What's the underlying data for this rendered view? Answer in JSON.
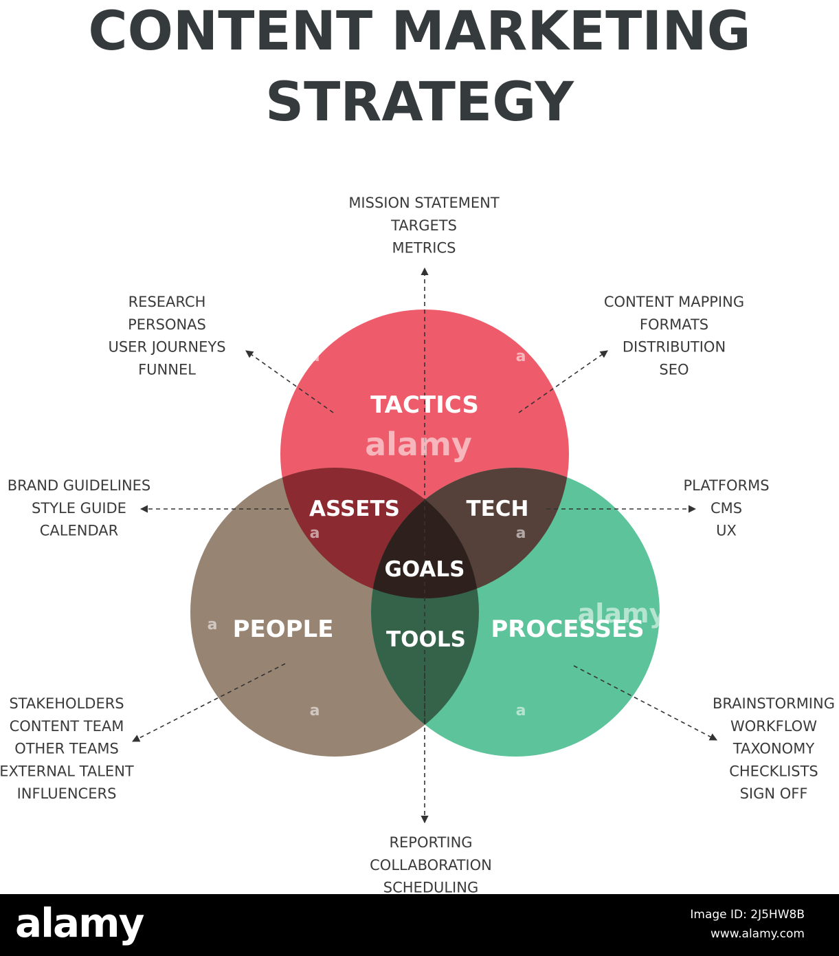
{
  "title": {
    "line1": "CONTENT MARKETING",
    "line2": "STRATEGY"
  },
  "colors": {
    "tactics": "#ee5c6b",
    "people": "#978473",
    "processes": "#5cc39a",
    "title": "#353a3d"
  },
  "circles": {
    "tactics": "TACTICS",
    "people": "PEOPLE",
    "processes": "PROCESSES"
  },
  "overlaps": {
    "assets": "ASSETS",
    "tech": "TECH",
    "tools": "TOOLS",
    "goals": "GOALS"
  },
  "labels": {
    "top": [
      "MISSION STATEMENT",
      "TARGETS",
      "METRICS"
    ],
    "top_left": [
      "RESEARCH",
      "PERSONAS",
      "USER JOURNEYS",
      "FUNNEL"
    ],
    "top_right": [
      "CONTENT MAPPING",
      "FORMATS",
      "DISTRIBUTION",
      "SEO"
    ],
    "left": [
      "BRAND GUIDELINES",
      "STYLE GUIDE",
      "CALENDAR"
    ],
    "right": [
      "PLATFORMS",
      "CMS",
      "UX"
    ],
    "bottom_left": [
      "STAKEHOLDERS",
      "CONTENT TEAM",
      "OTHER TEAMS",
      "EXTERNAL TALENT",
      "INFLUENCERS"
    ],
    "bottom_right": [
      "BRAINSTORMING",
      "WORKFLOW",
      "TAXONOMY",
      "CHECKLISTS",
      "SIGN OFF"
    ],
    "bottom": [
      "REPORTING",
      "COLLABORATION",
      "SCHEDULING"
    ]
  },
  "watermark": {
    "word": "alamy",
    "glyph": "a"
  },
  "footer": {
    "logo": "alamy",
    "image_id": "Image ID: 2J5HW8B",
    "url": "www.alamy.com"
  }
}
